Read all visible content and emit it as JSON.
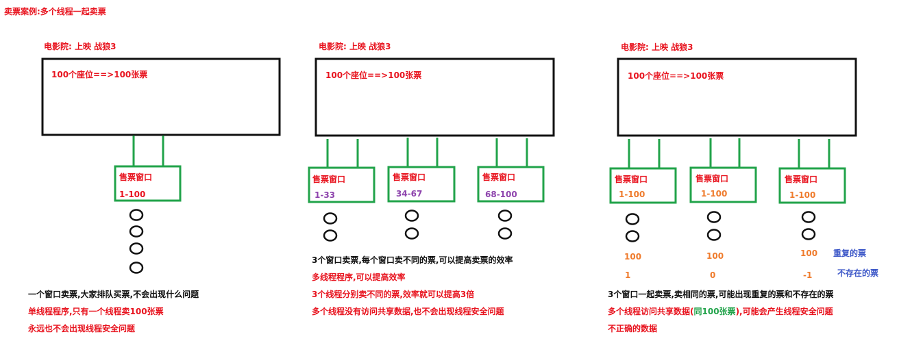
{
  "title": "卖票案例:多个线程一起卖票",
  "scenarios": [
    {
      "cinema_label": "电影院: 上映 战狼3",
      "box_text": "100个座位==>100张票",
      "windows": [
        {
          "label": "售票窗口",
          "range": "1-100"
        }
      ],
      "notes": [
        "一个窗口卖票,大家排队买票,不会出现什么问题",
        "单线程程序,只有一个线程卖100张票",
        "永远也不会出现线程安全问题"
      ]
    },
    {
      "cinema_label": "电影院: 上映 战狼3",
      "box_text": "100个座位==>100张票",
      "windows": [
        {
          "label": "售票窗口",
          "range": "1-33"
        },
        {
          "label": "售票窗口",
          "range": "34-67"
        },
        {
          "label": "售票窗口",
          "range": "68-100"
        }
      ],
      "notes": [
        "3个窗口卖票,每个窗口卖不同的票,可以提高卖票的效率",
        "多线程程序,可以提高效率",
        "3个线程分别卖不同的票,效率就可以提高3倍",
        "多个线程没有访问共享数据,也不会出现线程安全问题"
      ]
    },
    {
      "cinema_label": "电影院: 上映 战狼3",
      "box_text": "100个座位==>100张票",
      "windows": [
        {
          "label": "售票窗口",
          "range": "1-100",
          "sold_a": "100",
          "sold_b": "1"
        },
        {
          "label": "售票窗口",
          "range": "1-100",
          "sold_a": "100",
          "sold_b": "0"
        },
        {
          "label": "售票窗口",
          "range": "1-100",
          "sold_a": "100",
          "sold_b": "-1"
        }
      ],
      "side_labels": {
        "duplicate": "重复的票",
        "nonexistent": "不存在的票"
      },
      "notes": [
        "3个窗口一起卖票,卖相同的票,可能出现重复的票和不存在的票"
      ],
      "note2": {
        "before": "多个线程访问共享数据(",
        "highlight": "同100张票",
        "after": "),可能会产生线程安全问题"
      },
      "note3": "不正确的数据"
    }
  ],
  "colors": {
    "red": "#e8141f",
    "green": "#21a34a",
    "purple": "#8e44ad",
    "orange": "#ef7b2c",
    "blue": "#3a55c7",
    "black": "#111111"
  }
}
